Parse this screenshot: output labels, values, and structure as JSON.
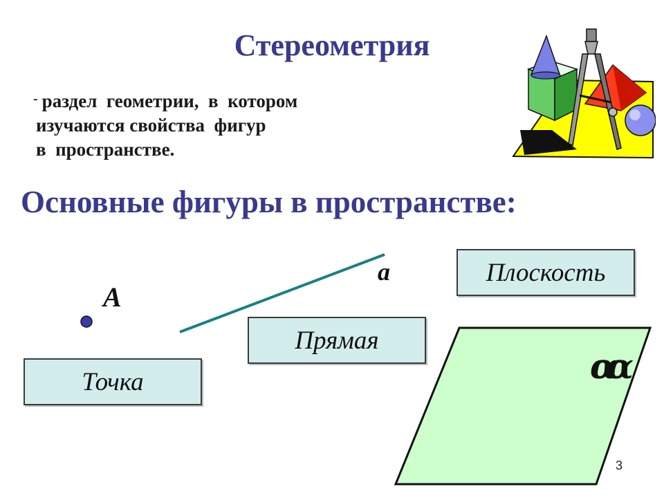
{
  "title": "Стереометрия",
  "definition": {
    "dash": "-",
    "line1": "раздел  геометрии,  в  котором",
    "line2": "изучаются свойства  фигур",
    "line3": "в  пространстве."
  },
  "subtitle": "Основные фигуры в пространстве:",
  "figures": {
    "point": {
      "box_label": "Точка",
      "point_label": "A"
    },
    "line": {
      "box_label": "Прямая",
      "line_label": "a"
    },
    "plane": {
      "box_label": "Плоскость",
      "plane_label": "α"
    }
  },
  "page_number": "3",
  "colors": {
    "heading": "#3a3a8c",
    "label_box": "#d3eded",
    "plane_fill": "#ccffcc",
    "line_stroke": "#1a8080",
    "point_fill": "#3a3aa8"
  },
  "clipart": {
    "icon": "geometry-shapes-compass-clipart"
  }
}
